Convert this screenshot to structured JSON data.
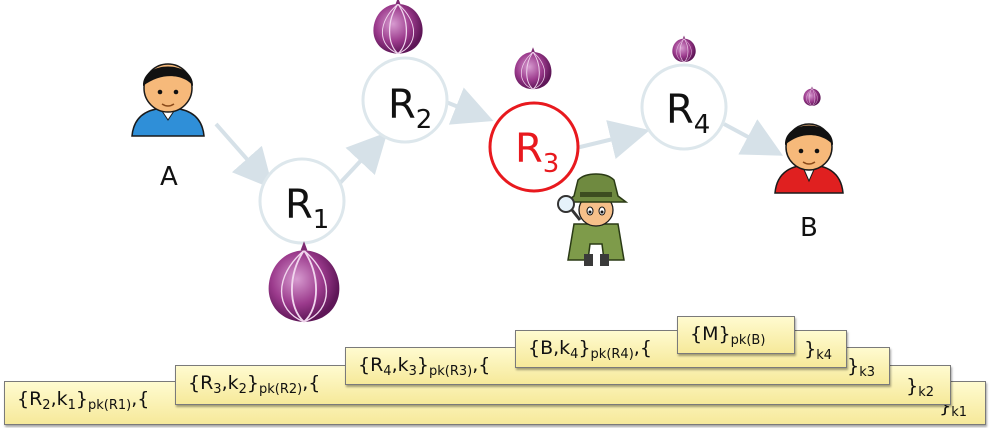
{
  "nodes": {
    "a": "A",
    "b": "B",
    "r1": {
      "base": "R",
      "sub": "1"
    },
    "r2": {
      "base": "R",
      "sub": "2"
    },
    "r3": {
      "base": "R",
      "sub": "3"
    },
    "r4": {
      "base": "R",
      "sub": "4"
    }
  },
  "colors": {
    "compromised": "#e8191e",
    "router_ring": "#dde7ec",
    "arrow": "#d6e1e8",
    "onion": "#9b3a8c",
    "layer_fill": "#f8eeb0"
  },
  "layers": {
    "l1": {
      "lead": "{R",
      "sub1": "2",
      "mid": ",k",
      "sub2": "1",
      "close": "}",
      "pk": "pk(R1)",
      "open": ",{",
      "end": "}",
      "key": "k1"
    },
    "l2": {
      "lead": "{R",
      "sub1": "3",
      "mid": ",k",
      "sub2": "2",
      "close": "}",
      "pk": "pk(R2)",
      "open": ",{",
      "end": "}",
      "key": "k2"
    },
    "l3": {
      "lead": "{R",
      "sub1": "4",
      "mid": ",k",
      "sub2": "3",
      "close": "}",
      "pk": "pk(R3)",
      "open": ",{",
      "end": "}",
      "key": "k3"
    },
    "l4": {
      "lead": "{B,k",
      "sub2": "4",
      "close": "}",
      "pk": "pk(R4)",
      "open": ",{",
      "end": "}",
      "key": "k4"
    },
    "l5": {
      "lead": "{M}",
      "pk": "pk(B)"
    }
  },
  "icons": [
    "user-a-icon",
    "user-b-icon",
    "spy-icon",
    "onion-icon"
  ]
}
